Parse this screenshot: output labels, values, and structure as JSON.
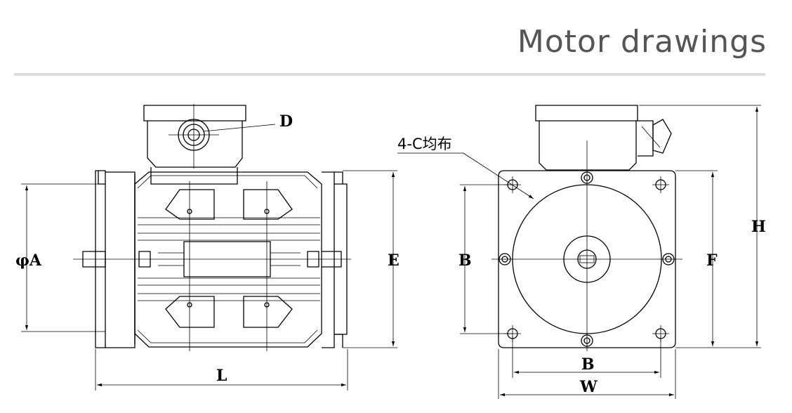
{
  "title": "Motor drawings",
  "side_view": {
    "label_D": "D",
    "label_phiA": "φA",
    "label_E": "E",
    "label_L": "L"
  },
  "end_view": {
    "label_note": "4-C均布",
    "label_B_left": "B",
    "label_B_bottom": "B",
    "label_F": "F",
    "label_H": "H",
    "label_W": "W"
  },
  "colors": {
    "title": "#555555",
    "rule": "#dcdcdc",
    "line": "#000000"
  }
}
